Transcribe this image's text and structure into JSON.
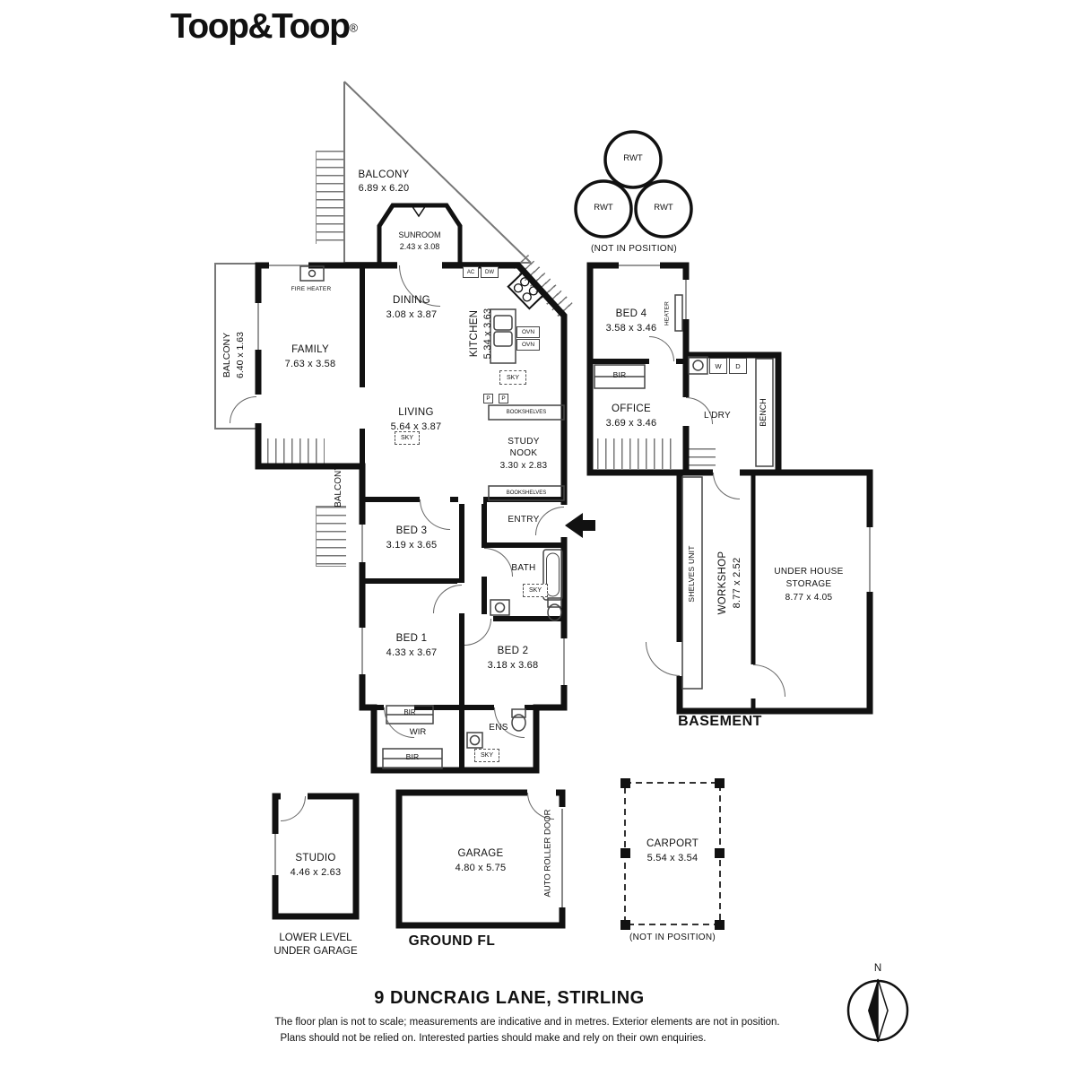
{
  "logo": {
    "brand": "Toop&Toop",
    "registered": "®"
  },
  "labels": {
    "balcony": "BALCONY",
    "fire_heater": "FIRE HEATER",
    "sky": "SKY",
    "bookshelves": "BOOKSHELVES",
    "entry": "ENTRY",
    "bath": "BATH",
    "bir": "BIR",
    "wir": "WIR",
    "ens": "ENS",
    "ovn": "OVN",
    "ac": "AC",
    "dw": "DW",
    "p": "P",
    "rwt": "RWT",
    "w": "W",
    "d": "D",
    "not_in_position": "(NOT IN POSITION)",
    "heater": "HEATER",
    "bench": "BENCH",
    "shelves_unit": "SHELVES UNIT",
    "ldry": "L'DRY",
    "auto_roller_door": "AUTO ROLLER DOOR",
    "basement": "BASEMENT",
    "ground_fl": "GROUND FL",
    "lower_level_line1": "LOWER LEVEL",
    "lower_level_line2": "UNDER GARAGE",
    "north": "N"
  },
  "rooms": {
    "balcony_top": {
      "dims": "6.89 x 6.20"
    },
    "balcony_left": {
      "dims": "6.40 x 1.63"
    },
    "sunroom": {
      "name": "SUNROOM",
      "dims": "2.43 x 3.08"
    },
    "family": {
      "name": "FAMILY",
      "dims": "7.63 x 3.58"
    },
    "dining": {
      "name": "DINING",
      "dims": "3.08 x 3.87"
    },
    "kitchen": {
      "name": "KITCHEN",
      "dims": "5.34 x 3.63"
    },
    "living": {
      "name": "LIVING",
      "dims": "5.64 x 3.87"
    },
    "study_nook": {
      "line1": "STUDY",
      "line2": "NOOK",
      "dims": "3.30 x 2.83"
    },
    "bed1": {
      "name": "BED 1",
      "dims": "4.33 x 3.67"
    },
    "bed2": {
      "name": "BED 2",
      "dims": "3.18 x 3.68"
    },
    "bed3": {
      "name": "BED 3",
      "dims": "3.19 x 3.65"
    },
    "bed4": {
      "name": "BED 4",
      "dims": "3.58 x 3.46"
    },
    "office": {
      "name": "OFFICE",
      "dims": "3.69 x 3.46"
    },
    "workshop": {
      "name": "WORKSHOP",
      "dims": "8.77 x 2.52"
    },
    "storage": {
      "line1": "UNDER HOUSE",
      "line2": "STORAGE",
      "dims": "8.77 x 4.05"
    },
    "studio": {
      "name": "STUDIO",
      "dims": "4.46 x 2.63"
    },
    "garage": {
      "name": "GARAGE",
      "dims": "4.80 x 5.75"
    },
    "carport": {
      "name": "CARPORT",
      "dims": "5.54 x 3.54"
    }
  },
  "footer": {
    "title": "9 DUNCRAIG LANE, STIRLING",
    "disclaimer_line1": "The floor plan is not to scale; measurements are indicative and in metres. Exterior elements are not in position.",
    "disclaimer_line2": "Plans should not be relied on. Interested parties should make and rely on their own enquiries."
  }
}
